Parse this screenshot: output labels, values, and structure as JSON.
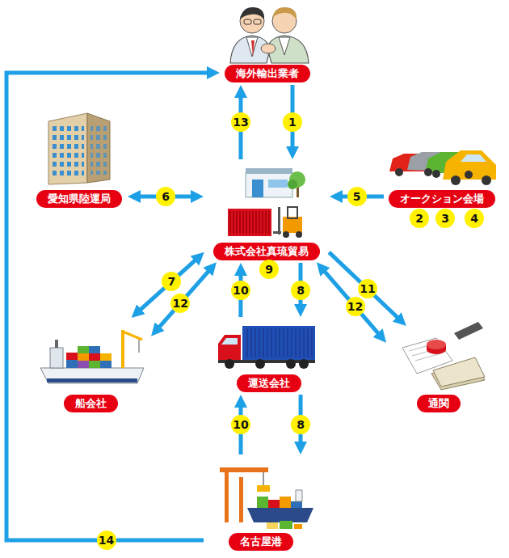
{
  "diagram": {
    "nodes": [
      {
        "text": [
          "海外輸出業者"
        ]
      },
      {
        "text": [
          "愛知県陸運局"
        ]
      },
      {
        "text": [
          "株式会社真琉貿易"
        ]
      },
      {
        "text": [
          "オークション会場"
        ]
      },
      {
        "text": [
          "船会社"
        ]
      },
      {
        "text": [
          "運送会社"
        ]
      },
      {
        "text": [
          "通関"
        ]
      },
      {
        "text": [
          "名古屋港"
        ]
      }
    ],
    "edges": [
      {
        "from": 0,
        "to": 2,
        "label": "1",
        "arrow": "to"
      },
      {
        "from": 2,
        "to": 0,
        "label": "13",
        "arrow": "to"
      },
      {
        "from": 1,
        "to": 2,
        "label": "6",
        "arrow": "both"
      },
      {
        "from": 3,
        "to": 2,
        "label": "5",
        "arrow": "to"
      },
      {
        "from": 2,
        "to": 4,
        "label": "7",
        "arrow": "both"
      },
      {
        "from": 2,
        "to": 4,
        "label": "12",
        "arrow": "both"
      },
      {
        "from": 5,
        "to": 2,
        "label": "10",
        "arrow": "to"
      },
      {
        "from": 2,
        "to": 5,
        "label": "8",
        "arrow": "to"
      },
      {
        "from": 2,
        "to": 6,
        "label": "11",
        "arrow": "to"
      },
      {
        "from": 2,
        "to": 6,
        "label": "12",
        "arrow": "both"
      },
      {
        "from": 7,
        "to": 5,
        "label": "10",
        "arrow": "to"
      },
      {
        "from": 5,
        "to": 7,
        "label": "8",
        "arrow": "to"
      },
      {
        "from": 7,
        "to": 0,
        "label": "14",
        "arrow": "to"
      }
    ],
    "labels": [
      "2",
      "3",
      "4",
      "9"
    ]
  }
}
